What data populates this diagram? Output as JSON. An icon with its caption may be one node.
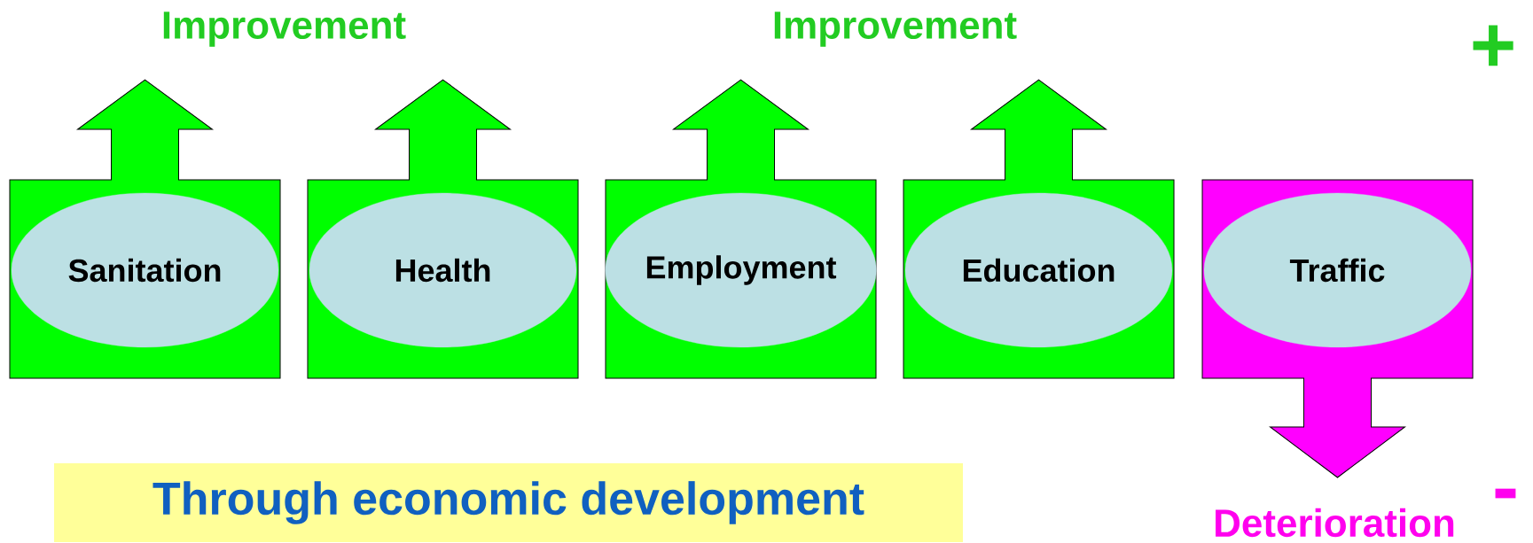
{
  "diagram": {
    "nodes": [
      {
        "text": [],
        "shape": "box"
      },
      {
        "text": [
          "Sanitation"
        ],
        "in": 0
      },
      {
        "text": [],
        "shape": "box"
      },
      {
        "text": [
          "Health"
        ],
        "in": 2
      },
      {
        "text": [],
        "shape": "box"
      },
      {
        "text": [
          "Employment"
        ],
        "in": 4
      },
      {
        "text": [],
        "shape": "box"
      },
      {
        "text": [
          "Education"
        ],
        "in": 6
      },
      {
        "text": [],
        "shape": "box"
      },
      {
        "text": [
          "Traffic"
        ],
        "in": 8
      },
      {
        "text": [
          "Through economic development"
        ]
      }
    ],
    "edges": [],
    "labels": [
      "Improvement",
      "Improvement",
      "+",
      "Deterioration",
      "-"
    ]
  }
}
